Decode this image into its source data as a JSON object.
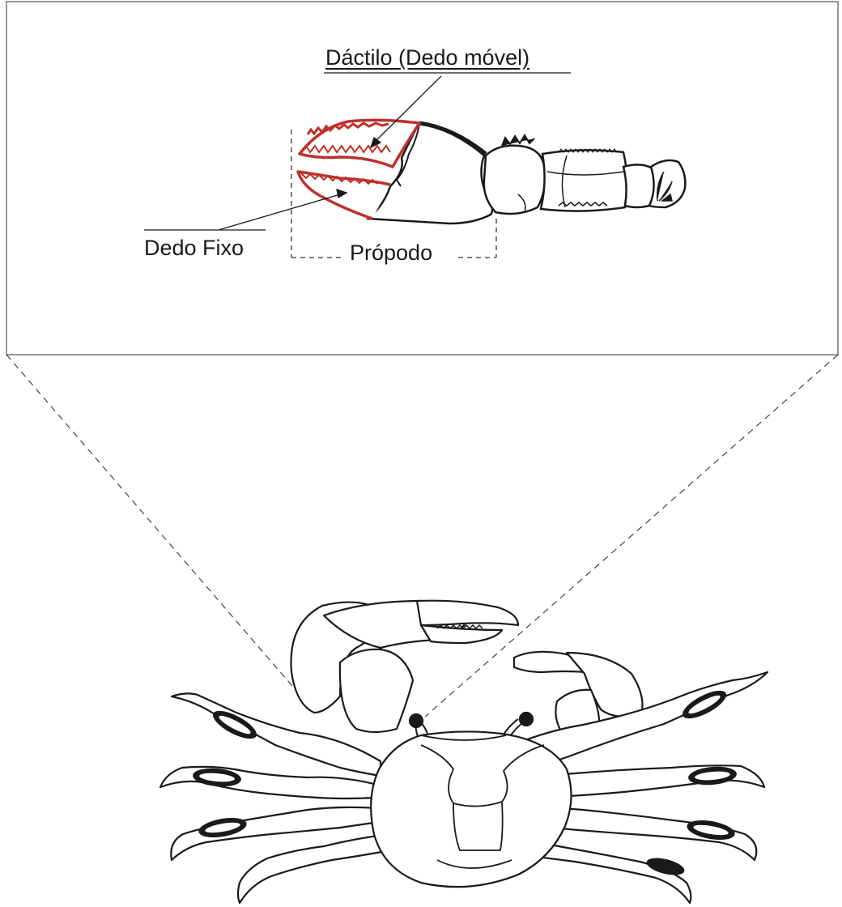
{
  "labels": {
    "dactylus": "Dáctilo (Dedo móvel)",
    "fixed_finger": "Dedo Fixo",
    "propodus": "Própodo"
  },
  "colors": {
    "line": "#1a1a1a",
    "highlight": "#c0302b",
    "background": "#ffffff"
  }
}
